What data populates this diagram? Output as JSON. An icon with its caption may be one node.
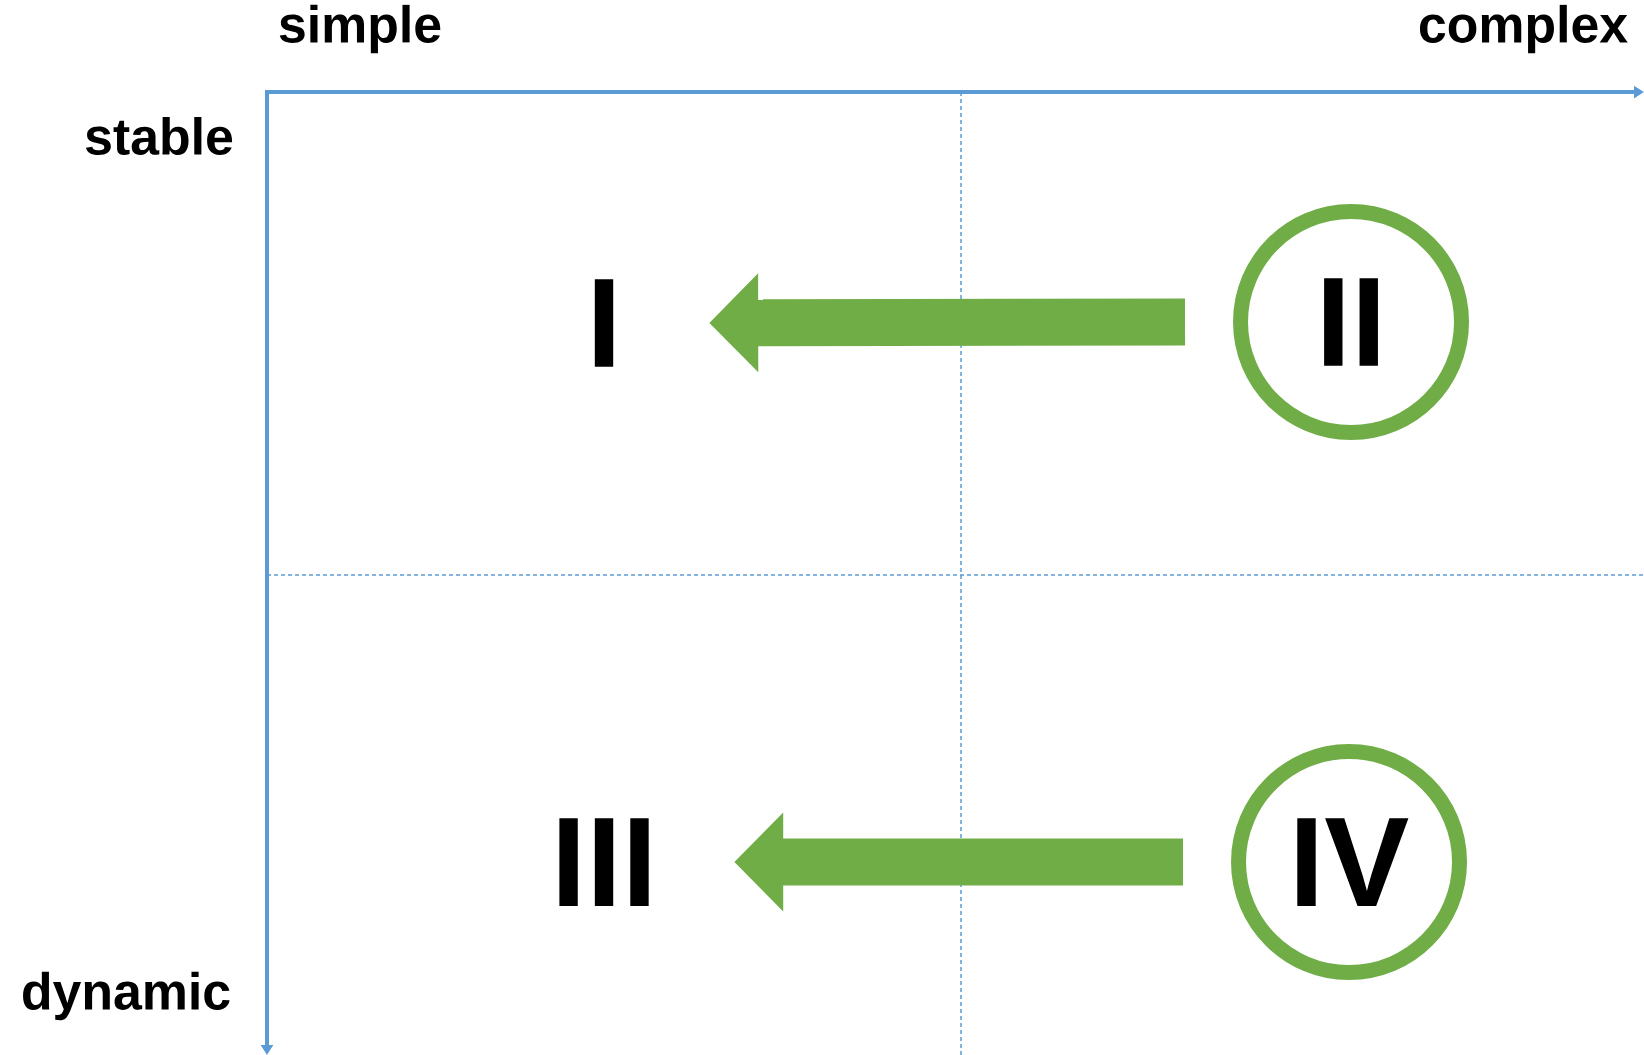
{
  "diagram": {
    "nodes": [
      {
        "text": [
          "I"
        ]
      },
      {
        "text": [
          "II"
        ]
      },
      {
        "text": [
          "III"
        ]
      },
      {
        "text": [
          "IV"
        ]
      }
    ],
    "edges": [
      {
        "from": 1,
        "to": 0,
        "arrow": "to"
      },
      {
        "from": 3,
        "to": 2,
        "arrow": "to"
      }
    ],
    "labels": [
      "simple",
      "complex",
      "stable",
      "dynamic"
    ]
  }
}
